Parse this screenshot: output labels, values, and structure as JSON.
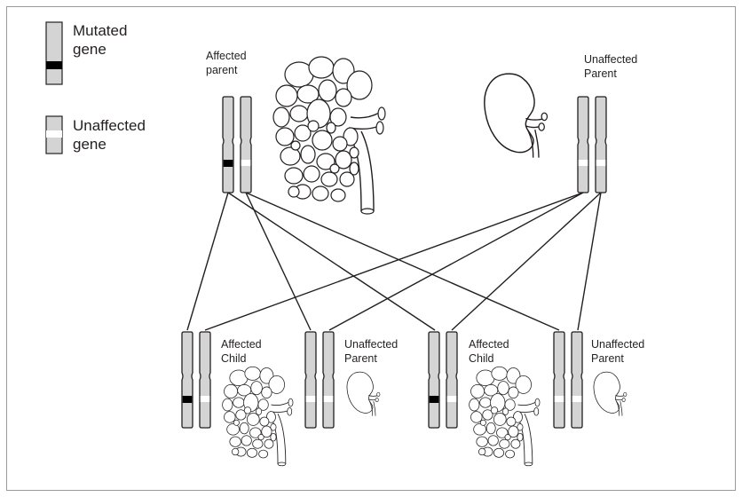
{
  "legend": {
    "mutated": [
      "Mutated",
      "gene"
    ],
    "unaffected": [
      "Unaffected",
      "gene"
    ]
  },
  "parents": {
    "left": [
      "Affected",
      "parent"
    ],
    "right": [
      "Unaffected",
      "Parent"
    ]
  },
  "children": [
    {
      "line1": "Affected",
      "line2": "Child",
      "kidney": "polycystic",
      "mutated": true
    },
    {
      "line1": "Unaffected",
      "line2": "Parent",
      "kidney": "normal",
      "mutated": false
    },
    {
      "line1": "Affected",
      "line2": "Child",
      "kidney": "polycystic",
      "mutated": true
    },
    {
      "line1": "Unaffected",
      "line2": "Parent",
      "kidney": "normal",
      "mutated": false
    }
  ],
  "colors": {
    "chromosome": "#d4d4d4",
    "mutated_band": "#000000",
    "normal_band": "#ffffff",
    "stroke": "#231f20",
    "frame": "#9a9a9a"
  }
}
